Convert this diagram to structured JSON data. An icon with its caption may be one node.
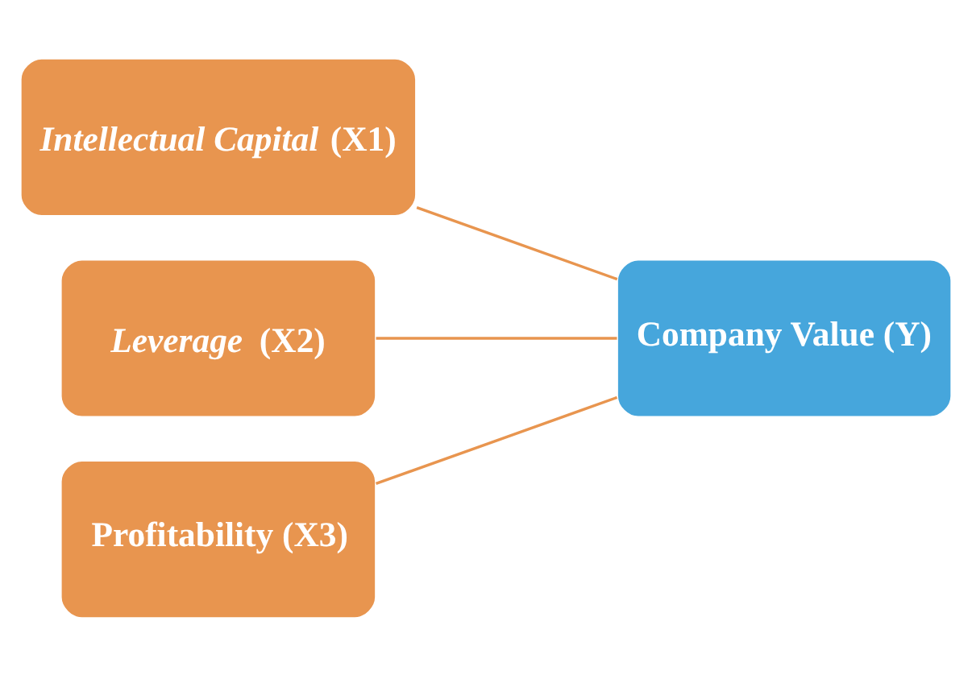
{
  "diagram": {
    "nodes": [
      {
        "text": [
          "*Intellectual Capital* (X1)"
        ]
      },
      {
        "text": [
          "*Leverage* (X2)"
        ]
      },
      {
        "text": [
          "Profitability (X3)"
        ]
      },
      {
        "text": [
          "Company Value (Y)"
        ]
      }
    ],
    "edges": [
      {
        "from": 0,
        "to": 3,
        "arrow": "none"
      },
      {
        "from": 1,
        "to": 3,
        "arrow": "none"
      },
      {
        "from": 2,
        "to": 3,
        "arrow": "none"
      }
    ]
  }
}
